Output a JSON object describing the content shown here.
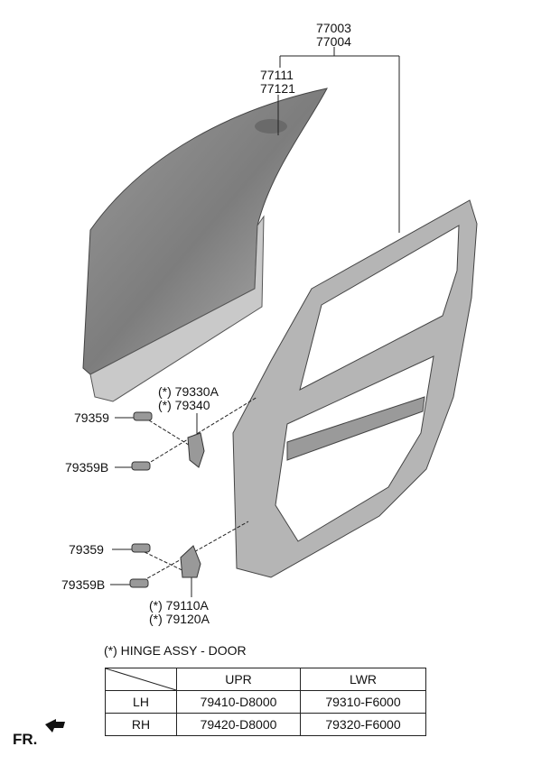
{
  "labels": {
    "door_assy": [
      "77003",
      "77004"
    ],
    "outer_panel": [
      "77111",
      "77121"
    ],
    "upper_hinge": [
      "(*) 79330A",
      "(*) 79340"
    ],
    "lower_hinge": [
      "(*) 79110A",
      "(*) 79120A"
    ],
    "bolt_upper_1": "79359",
    "bolt_upper_2": "79359B",
    "bolt_lower_1": "79359",
    "bolt_lower_2": "79359B"
  },
  "hinge_table": {
    "caption": "(*) HINGE ASSY - DOOR",
    "columns": [
      "UPR",
      "LWR"
    ],
    "rows": [
      {
        "side": "LH",
        "upr": "79410-D8000",
        "lwr": "79310-F6000"
      },
      {
        "side": "RH",
        "upr": "79420-D8000",
        "lwr": "79320-F6000"
      }
    ]
  },
  "direction": {
    "label": "FR."
  }
}
